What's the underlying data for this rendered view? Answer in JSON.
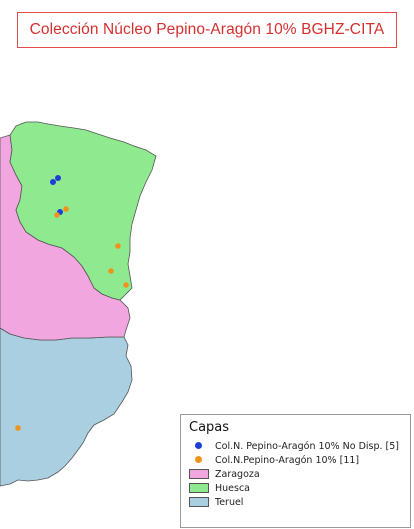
{
  "title": "Colección Núcleo Pepino-Aragón 10% BGHZ-CITA",
  "colors": {
    "title": "#d62f2f",
    "zaragoza": "#f2a6e0",
    "huesca": "#8fea8f",
    "teruel": "#a9cfe0",
    "border": "#555555",
    "no_disp": "#1d3fd6",
    "disp": "#f0931e"
  },
  "legend": {
    "title": "Capas",
    "items": [
      {
        "label": "Col.N. Pepino-Aragón 10% No Disp. [5]",
        "symbol": "point",
        "color": "#1d3fd6"
      },
      {
        "label": "Col.N.Pepino-Aragón 10% [11]",
        "symbol": "point",
        "color": "#f0931e"
      },
      {
        "label": "Zaragoza",
        "symbol": "fill",
        "color": "#f2a6e0"
      },
      {
        "label": "Huesca",
        "symbol": "fill",
        "color": "#8fea8f"
      },
      {
        "label": "Teruel",
        "symbol": "fill",
        "color": "#a9cfe0"
      }
    ]
  }
}
